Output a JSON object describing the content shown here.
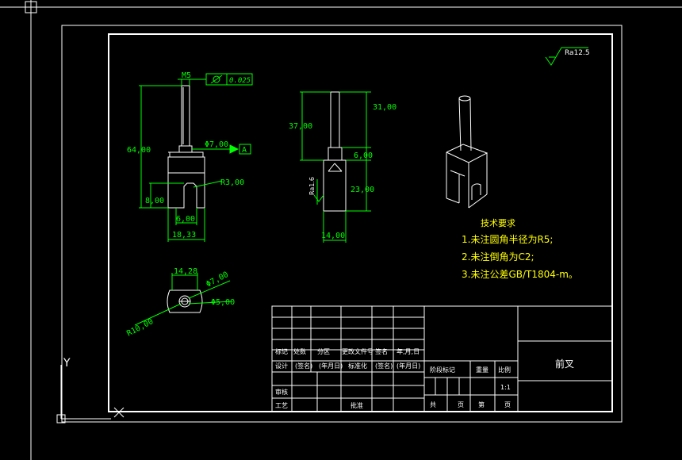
{
  "colors": {
    "background": "#000000",
    "frame": "#ffffff",
    "dimension": "#00ff00",
    "notes": "#ffff00"
  },
  "drawing": {
    "surface_roughness": "Ra12.5",
    "tolerance_value": "0.025",
    "datum_label": "A",
    "front_view": {
      "thread": "M5",
      "diameter": "Φ7,00",
      "length_total": "64,00",
      "bore_radius": "R3,00",
      "slot_height": "8,00",
      "slot_width": "6,00",
      "base_width": "18,33"
    },
    "side_view": {
      "pin_length": "31,00",
      "upper_length": "37,00",
      "neck_height": "6,00",
      "body_height": "23,00",
      "body_width": "14,00",
      "roughness_local": "Ra1.6"
    },
    "bottom_view": {
      "width": "14,28",
      "outer_diameter": "Φ7,00",
      "inner_diameter": "Φ5,00",
      "radius": "R10,00"
    }
  },
  "notes": {
    "heading": "技术要求",
    "items": [
      "1.未注圆角半径为R5;",
      "2.未注倒角为C2;",
      "3.未注公差GB/T1804-m。"
    ]
  },
  "title_block": {
    "part_name": "前叉",
    "header_row": [
      "标记",
      "处数",
      "分区",
      "更改文件号",
      "签名",
      "年,月,日"
    ],
    "design_row": [
      "设计",
      "(签名)",
      "(年月日)",
      "标准化",
      "(签名)",
      "(年月日)"
    ],
    "review_label": "审核",
    "process_label": "工艺",
    "approve_label": "批准",
    "stage_label": "阶段标记",
    "weight_label": "重量",
    "scale_label": "比例",
    "scale_value": "1:1",
    "total_label": "共",
    "sheet_label": "页",
    "number_label": "第",
    "sheet_label2": "页"
  },
  "ucs": {
    "y_label": "Y"
  }
}
